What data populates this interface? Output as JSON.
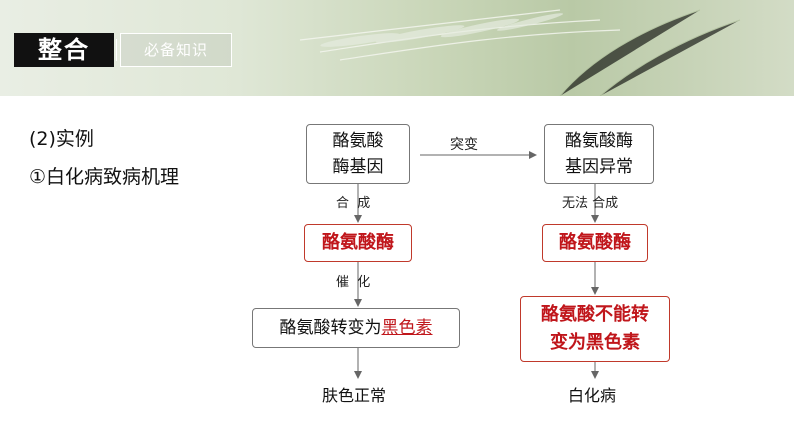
{
  "header": {
    "title": "整合",
    "subtitle": "必备知识"
  },
  "content": {
    "heading_example": "(2)实例",
    "heading_mechanism": "①白化病致病机理"
  },
  "flow": {
    "left": {
      "gene_box": "酪氨酸\n酶基因",
      "synthesize_label": "合  成",
      "enzyme_box": "酪氨酸酶",
      "catalyze_label": "催  化",
      "conversion_prefix": "酪氨酸转变为",
      "conversion_highlight": "黑色素",
      "outcome": "肤色正常"
    },
    "mutation_label": "突变",
    "right": {
      "gene_box": "酪氨酸酶\n基因异常",
      "synthesize_label": "无法 合成",
      "enzyme_box": "酪氨酸酶",
      "conversion_box": "酪氨酸不能转\n变为黑色素",
      "outcome": "白化病"
    }
  }
}
